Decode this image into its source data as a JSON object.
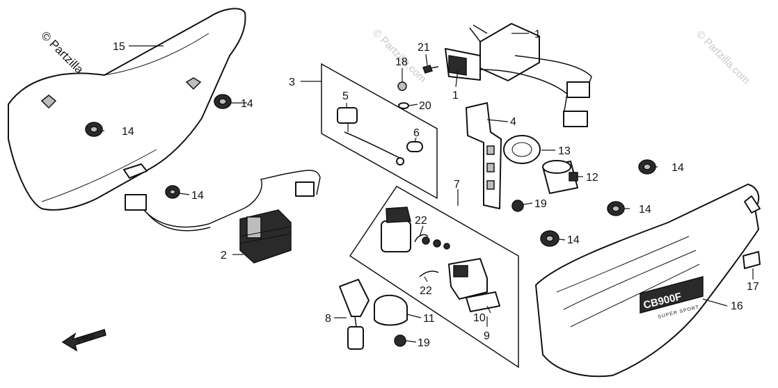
{
  "watermark": {
    "main": "© Partzilla.com",
    "faint_top": "© Partzilla.com",
    "faint_right": "© Partzilla.com"
  },
  "fwd_label": "FWD",
  "side_cover_badge": {
    "model": "CB900F",
    "sub": "SUPER SPORT"
  },
  "callouts": [
    {
      "id": "c1a",
      "text": "1"
    },
    {
      "id": "c1b",
      "text": "1"
    },
    {
      "id": "c2",
      "text": "2"
    },
    {
      "id": "c3",
      "text": "3"
    },
    {
      "id": "c4",
      "text": "4"
    },
    {
      "id": "c5",
      "text": "5"
    },
    {
      "id": "c6",
      "text": "6"
    },
    {
      "id": "c7",
      "text": "7"
    },
    {
      "id": "c8",
      "text": "8"
    },
    {
      "id": "c9",
      "text": "9"
    },
    {
      "id": "c10",
      "text": "10"
    },
    {
      "id": "c11",
      "text": "11"
    },
    {
      "id": "c12",
      "text": "12"
    },
    {
      "id": "c13",
      "text": "13"
    },
    {
      "id": "c14a",
      "text": "14"
    },
    {
      "id": "c14b",
      "text": "14"
    },
    {
      "id": "c14c",
      "text": "14"
    },
    {
      "id": "c14d",
      "text": "14"
    },
    {
      "id": "c14e",
      "text": "14"
    },
    {
      "id": "c14f",
      "text": "14"
    },
    {
      "id": "c15",
      "text": "15"
    },
    {
      "id": "c16",
      "text": "16"
    },
    {
      "id": "c17",
      "text": "17"
    },
    {
      "id": "c18",
      "text": "18"
    },
    {
      "id": "c19a",
      "text": "19"
    },
    {
      "id": "c19b",
      "text": "19"
    },
    {
      "id": "c20",
      "text": "20"
    },
    {
      "id": "c21",
      "text": "21"
    },
    {
      "id": "c22a",
      "text": "22"
    },
    {
      "id": "c22b",
      "text": "22"
    }
  ]
}
